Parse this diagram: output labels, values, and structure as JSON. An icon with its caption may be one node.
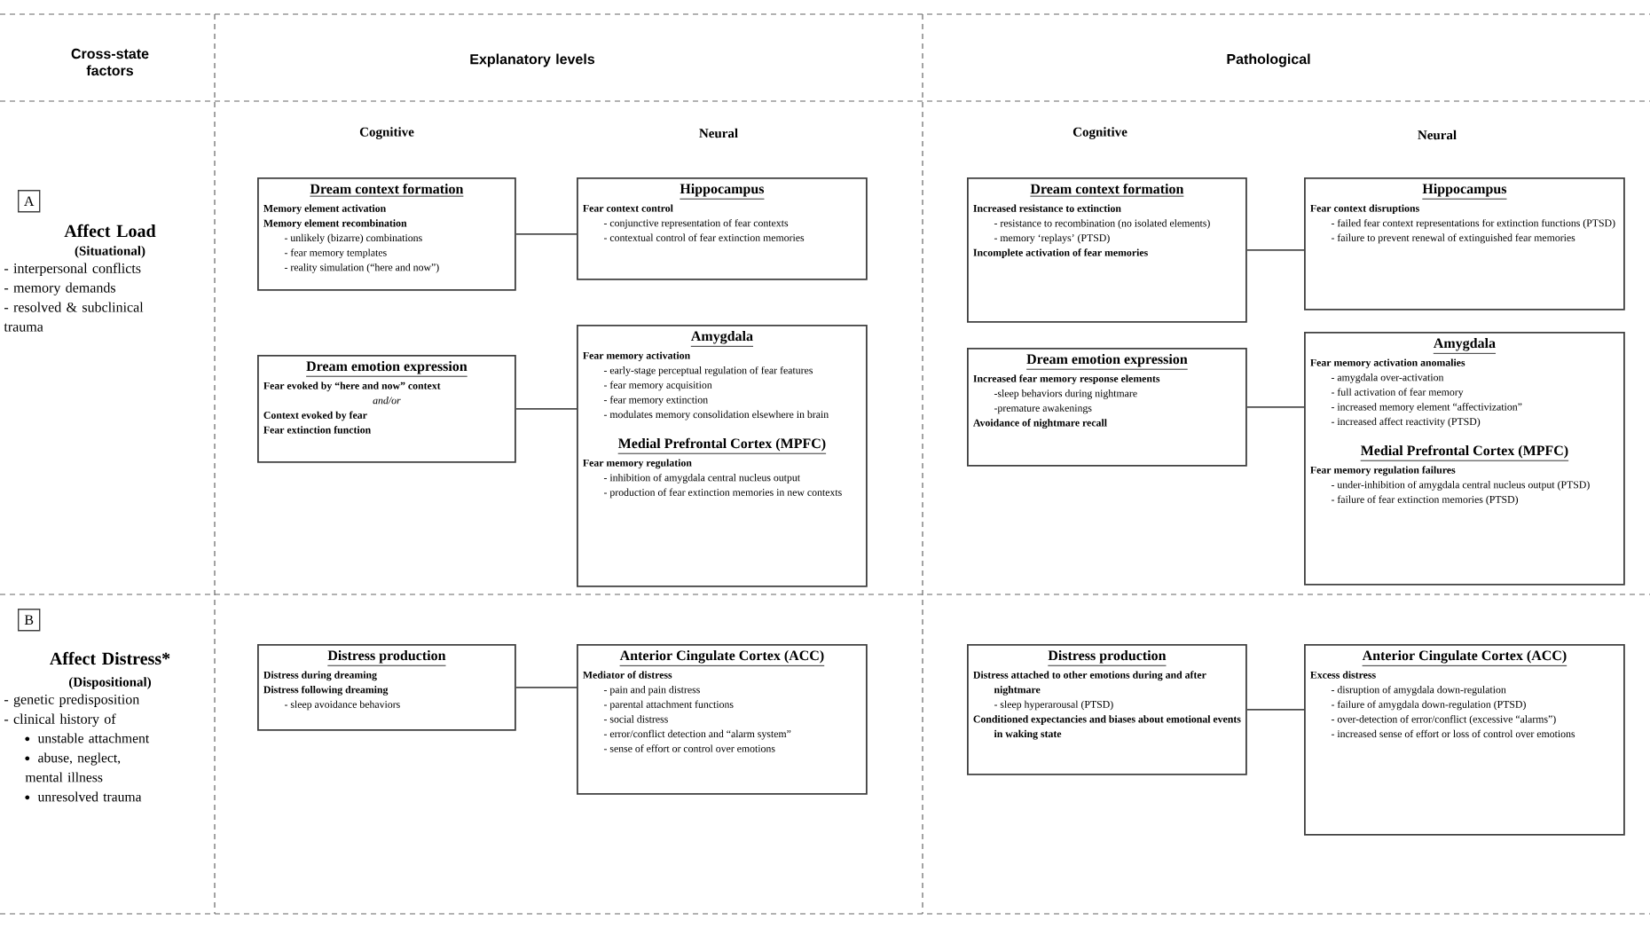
{
  "diagram": {
    "nodes": [
      {
        "text": [
          "A"
        ]
      },
      {
        "text": [
          "Dream context formation",
          "Memory element activation",
          "Memory element recombination",
          "- unlikely (bizarre) combinations",
          "- fear memory templates",
          "- reality simulation (“here and now”)"
        ]
      },
      {
        "text": [
          "Hippocampus",
          "Fear context control",
          "- conjunctive representation of fear contexts",
          "- contextual control of fear extinction memories"
        ]
      },
      {
        "text": [
          "Dream emotion expression",
          "Fear evoked by “here and now” context",
          "and/or",
          "Context evoked by fear",
          "Fear extinction function"
        ]
      },
      {
        "text": [
          "Amygdala",
          "Fear memory activation",
          "- early-stage perceptual regulation of fear features",
          "- fear memory acquisition",
          "- fear memory extinction",
          "- modulates memory consolidation elsewhere in brain",
          "Medial Prefrontal Cortex (MPFC)",
          "Fear memory regulation",
          "- inhibition of amygdala central nucleus output",
          "- production of fear extinction memories in new contexts"
        ]
      },
      {
        "text": [
          "Dream context formation",
          "Increased resistance to extinction",
          "- resistance to recombination (no isolated elements)",
          "- memory ‘replays’ (PTSD)",
          "Incomplete activation of fear memories"
        ]
      },
      {
        "text": [
          "Hippocampus",
          "Fear context disruptions",
          "- failed fear context representations for extinction functions (PTSD)",
          "- failure to prevent renewal of extinguished fear memories"
        ]
      },
      {
        "text": [
          "Dream emotion expression",
          "Increased fear memory response elements",
          "-sleep behaviors during nightmare",
          "-premature awakenings",
          "Avoidance of nightmare recall"
        ]
      },
      {
        "text": [
          "Amygdala",
          "Fear memory activation anomalies",
          "- amygdala over-activation",
          "- full activation of fear memory",
          "- increased memory element “affectivization”",
          "- increased affect reactivity (PTSD)",
          "Medial Prefrontal Cortex (MPFC)",
          "Fear memory regulation failures",
          "- under-inhibition of amygdala central nucleus output (PTSD)",
          "- failure of fear extinction memories (PTSD)"
        ]
      },
      {
        "text": [
          "B"
        ]
      },
      {
        "text": [
          "Distress production",
          "Distress during dreaming",
          "Distress following dreaming",
          "- sleep avoidance behaviors"
        ]
      },
      {
        "text": [
          "Anterior Cingulate Cortex (ACC)",
          "Mediator of distress",
          "- pain and pain distress",
          "- parental attachment functions",
          "- social distress",
          "- error/conflict detection and “alarm system”",
          "- sense of effort or control over emotions"
        ]
      },
      {
        "text": [
          "Distress production",
          "Distress attached to other emotions during and after nightmare",
          "- sleep hyperarousal (PTSD)",
          "Conditioned expectancies and biases about emotional events in waking state"
        ]
      },
      {
        "text": [
          "Anterior Cingulate Cortex (ACC)",
          "Excess distress",
          "- disruption of amygdala down-regulation",
          "- failure of amygdala down-regulation (PTSD)",
          "- over-detection of error/conflict (excessive “alarms”)",
          "- increased sense of effort or loss of control over emotions"
        ]
      }
    ],
    "edges": [
      {
        "from": 1,
        "to": 2,
        "arrow": "none"
      },
      {
        "from": 3,
        "to": 4,
        "arrow": "none"
      },
      {
        "from": 5,
        "to": 6,
        "arrow": "none"
      },
      {
        "from": 7,
        "to": 8,
        "arrow": "none"
      },
      {
        "from": 10,
        "to": 11,
        "arrow": "none"
      },
      {
        "from": 12,
        "to": 13,
        "arrow": "none"
      }
    ],
    "labels": [
      "Cross-state factors",
      "Explanatory levels",
      "Pathological",
      "Cognitive",
      "Neural",
      "Cognitive",
      "Neural",
      "Affect Load",
      "(Situational)",
      "- interpersonal conflicts",
      "- memory demands",
      "- resolved & subclinical trauma",
      "Affect Distress*",
      "(Dispositional)",
      "- genetic predisposition",
      "- clinical history of",
      "unstable attachment",
      "abuse, neglect, mental illness",
      "unresolved trauma"
    ]
  }
}
